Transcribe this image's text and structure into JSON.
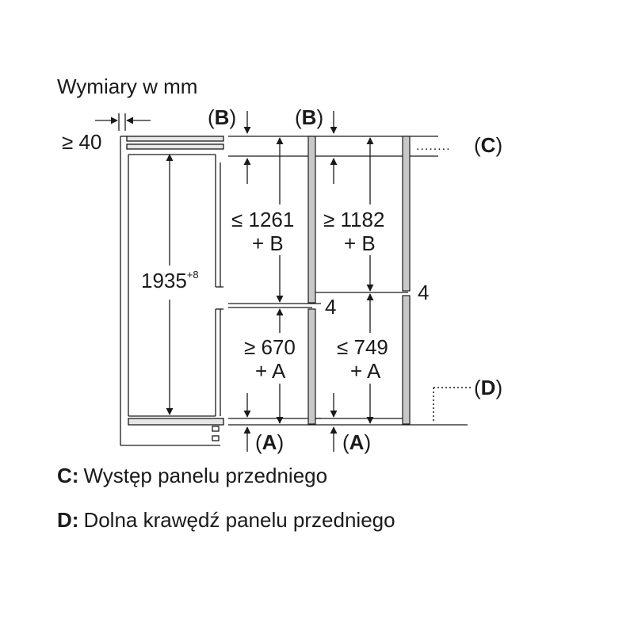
{
  "title": "Wymiary w mm",
  "labels": {
    "ge40": "≥ 40",
    "b_open": "(",
    "b_letter": "B",
    "b_close": ")",
    "c_open": "(",
    "c_letter": "C",
    "c_close": ")",
    "d_open": "(",
    "d_letter": "D",
    "d_close": ")",
    "a_open": "(",
    "a_letter": "A",
    "a_close": ")",
    "h1935": "1935",
    "h1935_tol": "+8",
    "le1261": "≤ 1261",
    "plus_b": "+ B",
    "ge1182": "≥ 1182",
    "ge670": "≥ 670",
    "plus_a": "+ A",
    "le749": "≤ 749",
    "gap4": "4",
    "dots": "........"
  },
  "legend": [
    {
      "key": "C:",
      "text": "Występ panelu przedniego"
    },
    {
      "key": "D:",
      "text": "Dolna krawędź panelu przedniego"
    }
  ],
  "colors": {
    "line": "#1a1a1a",
    "panel_fill": "#c8c8c8"
  }
}
